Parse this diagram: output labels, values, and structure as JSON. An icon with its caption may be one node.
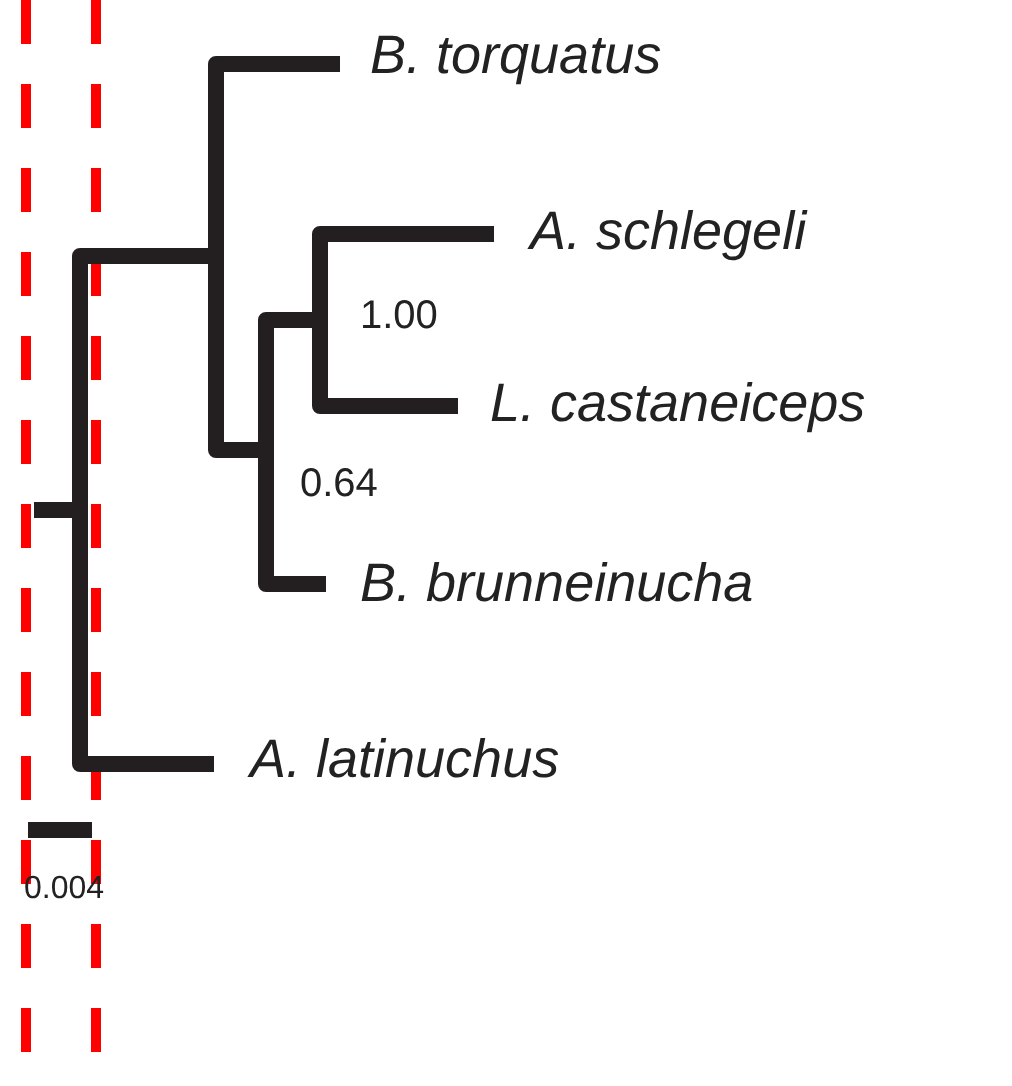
{
  "diagram": {
    "labels": [
      "B. torquatus",
      "A. schlegeli",
      "1.00",
      "L. castaneiceps",
      "0.64",
      "B. brunneinucha",
      "A. latinuchus",
      "0.004"
    ]
  }
}
